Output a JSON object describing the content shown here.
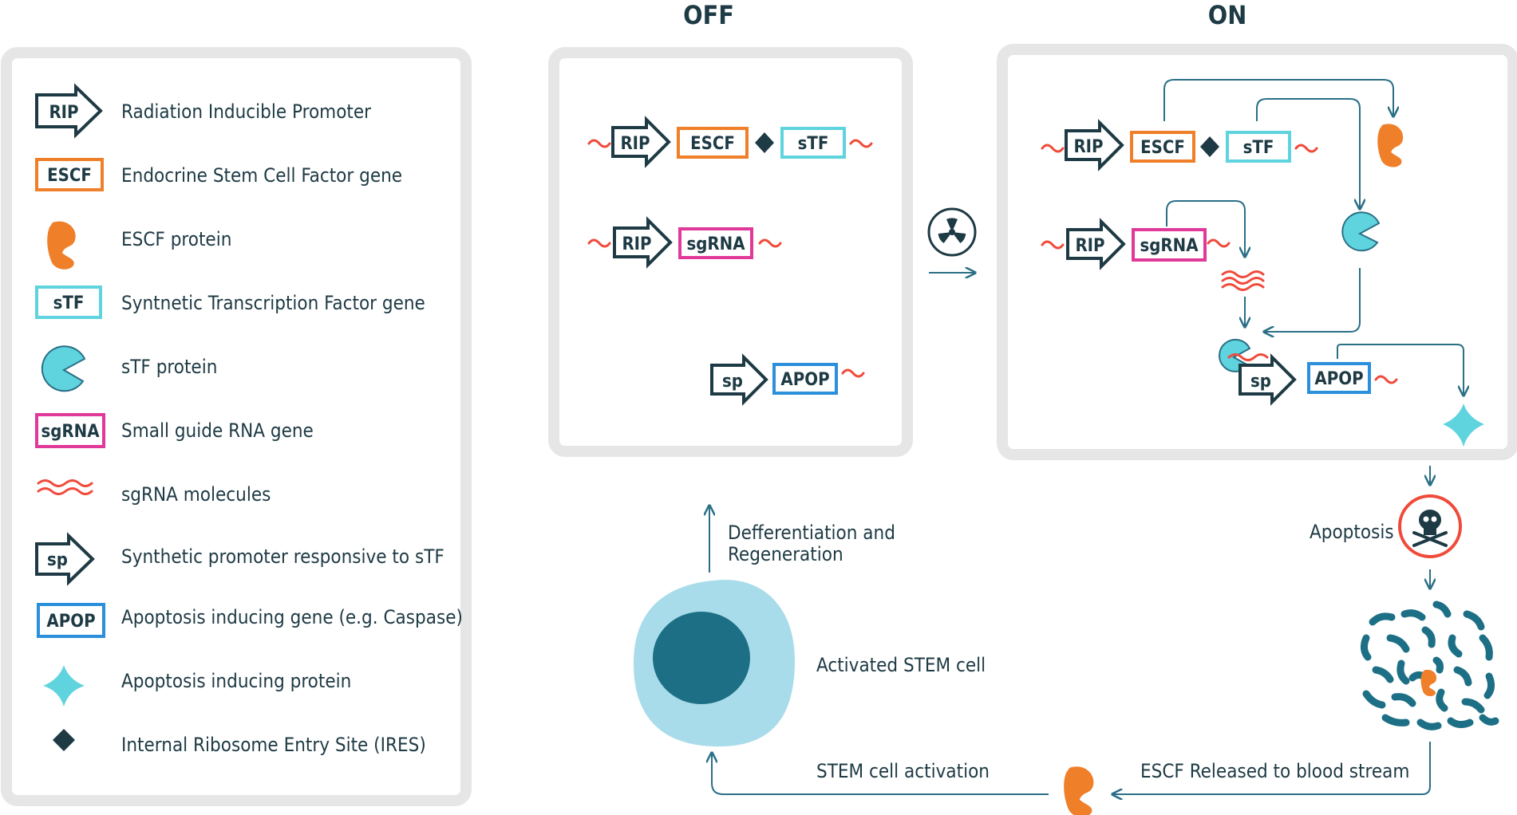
{
  "states": {
    "off": "OFF",
    "on": "ON"
  },
  "legend": {
    "items": [
      {
        "key": "rip",
        "symbol_text": "RIP",
        "label": "Radiation Inducible Promoter"
      },
      {
        "key": "escf",
        "symbol_text": "ESCF",
        "label": "Endocrine Stem Cell Factor gene"
      },
      {
        "key": "escf_protein",
        "symbol_text": "",
        "label": "ESCF protein"
      },
      {
        "key": "stf",
        "symbol_text": "sTF",
        "label": "Syntnetic Transcription Factor gene"
      },
      {
        "key": "stf_protein",
        "symbol_text": "",
        "label": "sTF protein"
      },
      {
        "key": "sgrna",
        "symbol_text": "sgRNA",
        "label": "Small guide RNA gene"
      },
      {
        "key": "sgrna_molecules",
        "symbol_text": "",
        "label": "sgRNA molecules"
      },
      {
        "key": "sp",
        "symbol_text": "sp",
        "label": "Synthetic promoter responsive to sTF"
      },
      {
        "key": "apop",
        "symbol_text": "APOP",
        "label": "Apoptosis inducing gene (e.g. Caspase)"
      },
      {
        "key": "apop_protein",
        "symbol_text": "",
        "label": "Apoptosis inducing protein"
      },
      {
        "key": "ires",
        "symbol_text": "",
        "label": "Internal Ribosome Entry Site (IRES)"
      }
    ]
  },
  "labels": {
    "rip": "RIP",
    "escf": "ESCF",
    "stf": "sTF",
    "sgrna": "sgRNA",
    "sp": "sp",
    "apop": "APOP"
  },
  "bottom": {
    "differentiation_line1": "Defferentiation and",
    "differentiation_line2": "Regeneration",
    "activated_stem_cell": "Activated STEM cell",
    "stem_cell_activation": "STEM cell activation",
    "escf_released": "ESCF Released to blood stream",
    "apoptosis": "Apoptosis"
  },
  "colors": {
    "dark": "#1e3a44",
    "orange": "#f07f2a",
    "cyan": "#5fd3de",
    "magenta": "#e0399a",
    "blue": "#2b8fdc",
    "red": "#f04a3a",
    "teal_line": "#2a6f86",
    "cell_outer": "#a9dcea",
    "cell_inner": "#1d6f86",
    "panel_border": "#e6e6e6"
  }
}
